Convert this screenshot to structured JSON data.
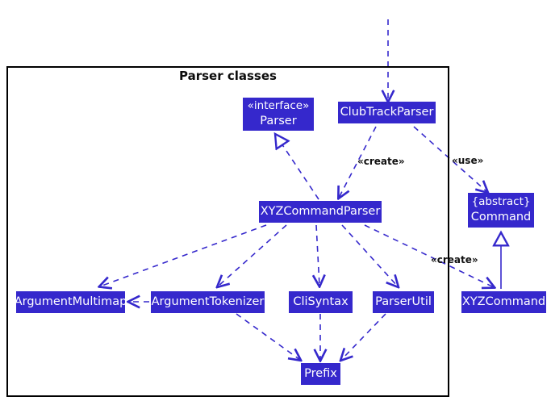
{
  "diagram": {
    "kind": "uml-class-diagram",
    "frame": {
      "title": "Parser classes",
      "border_color": "#000000"
    },
    "palette": {
      "node_fill": "#3528cc",
      "node_text": "#ffffff",
      "edge_color": "#3528cc",
      "frame_border": "#000000",
      "label_text": "#111111",
      "background": "#ffffff"
    },
    "nodes": [
      {
        "id": "parser",
        "label": "Parser",
        "stereotype": "«interface»",
        "inside_frame": true
      },
      {
        "id": "clubtrackparser",
        "label": "ClubTrackParser",
        "stereotype": "",
        "inside_frame": true
      },
      {
        "id": "xyzcommandparser",
        "label": "XYZCommandParser",
        "stereotype": "",
        "inside_frame": true
      },
      {
        "id": "command",
        "label": "Command",
        "stereotype": "{abstract}",
        "inside_frame": false
      },
      {
        "id": "argumentmultimap",
        "label": "ArgumentMultimap",
        "stereotype": "",
        "inside_frame": true
      },
      {
        "id": "argumenttokenizer",
        "label": "ArgumentTokenizer",
        "stereotype": "",
        "inside_frame": true
      },
      {
        "id": "clisyntax",
        "label": "CliSyntax",
        "stereotype": "",
        "inside_frame": true
      },
      {
        "id": "parserutil",
        "label": "ParserUtil",
        "stereotype": "",
        "inside_frame": true
      },
      {
        "id": "xyzcommand",
        "label": "XYZCommand",
        "stereotype": "",
        "inside_frame": false
      },
      {
        "id": "prefix",
        "label": "Prefix",
        "stereotype": "",
        "inside_frame": true
      }
    ],
    "edge_labels": [
      {
        "id": "create-top",
        "text": "«create»"
      },
      {
        "id": "use",
        "text": "«use»"
      },
      {
        "id": "create-bottom",
        "text": "«create»"
      }
    ],
    "edges": [
      {
        "from": "external-top",
        "to": "clubtrackparser",
        "type": "dependency",
        "label": ""
      },
      {
        "from": "xyzcommandparser",
        "to": "parser",
        "type": "realization",
        "label": ""
      },
      {
        "from": "clubtrackparser",
        "to": "xyzcommandparser",
        "type": "dependency",
        "label": "«create»"
      },
      {
        "from": "clubtrackparser",
        "to": "command",
        "type": "dependency",
        "label": "«use»"
      },
      {
        "from": "xyzcommandparser",
        "to": "argumentmultimap",
        "type": "dependency",
        "label": ""
      },
      {
        "from": "xyzcommandparser",
        "to": "argumenttokenizer",
        "type": "dependency",
        "label": ""
      },
      {
        "from": "xyzcommandparser",
        "to": "clisyntax",
        "type": "dependency",
        "label": ""
      },
      {
        "from": "xyzcommandparser",
        "to": "parserutil",
        "type": "dependency",
        "label": ""
      },
      {
        "from": "xyzcommandparser",
        "to": "xyzcommand",
        "type": "dependency",
        "label": "«create»"
      },
      {
        "from": "argumenttokenizer",
        "to": "argumentmultimap",
        "type": "dependency",
        "label": ""
      },
      {
        "from": "argumenttokenizer",
        "to": "prefix",
        "type": "dependency",
        "label": ""
      },
      {
        "from": "clisyntax",
        "to": "prefix",
        "type": "dependency",
        "label": ""
      },
      {
        "from": "parserutil",
        "to": "prefix",
        "type": "dependency",
        "label": ""
      },
      {
        "from": "xyzcommand",
        "to": "command",
        "type": "generalization",
        "label": ""
      }
    ]
  }
}
